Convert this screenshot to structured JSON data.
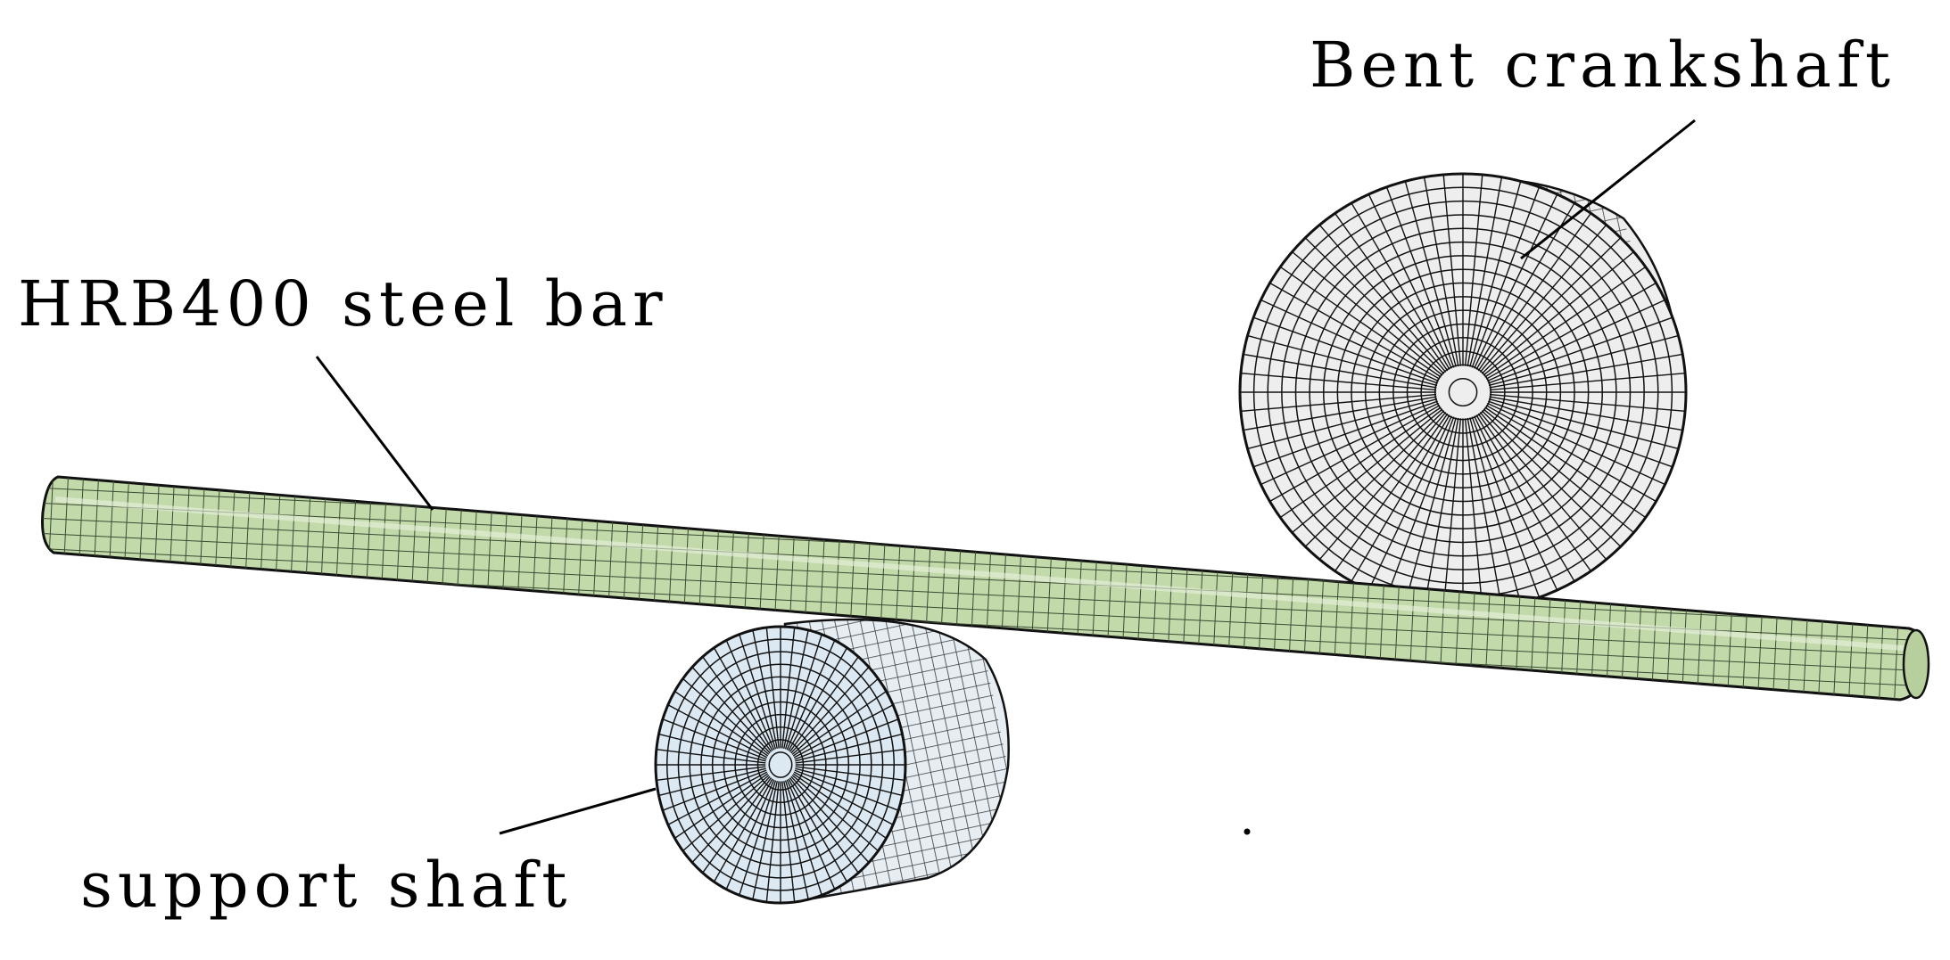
{
  "labels": {
    "bent_crankshaft": "Bent crankshaft",
    "steel_bar": "HRB400 steel bar",
    "support_shaft": "support shaft"
  },
  "colors": {
    "bar_fill": "#bfd6a8",
    "bar_mesh": "#3c4a34",
    "crank_fill": "#eeeeee",
    "support_fill": "#dde9f2",
    "mesh": "#111111",
    "leader": "#000000"
  },
  "icons": {
    "bent_crankshaft": "meshed-roller-icon",
    "support_shaft": "meshed-roller-icon",
    "steel_bar": "meshed-bar-icon"
  }
}
